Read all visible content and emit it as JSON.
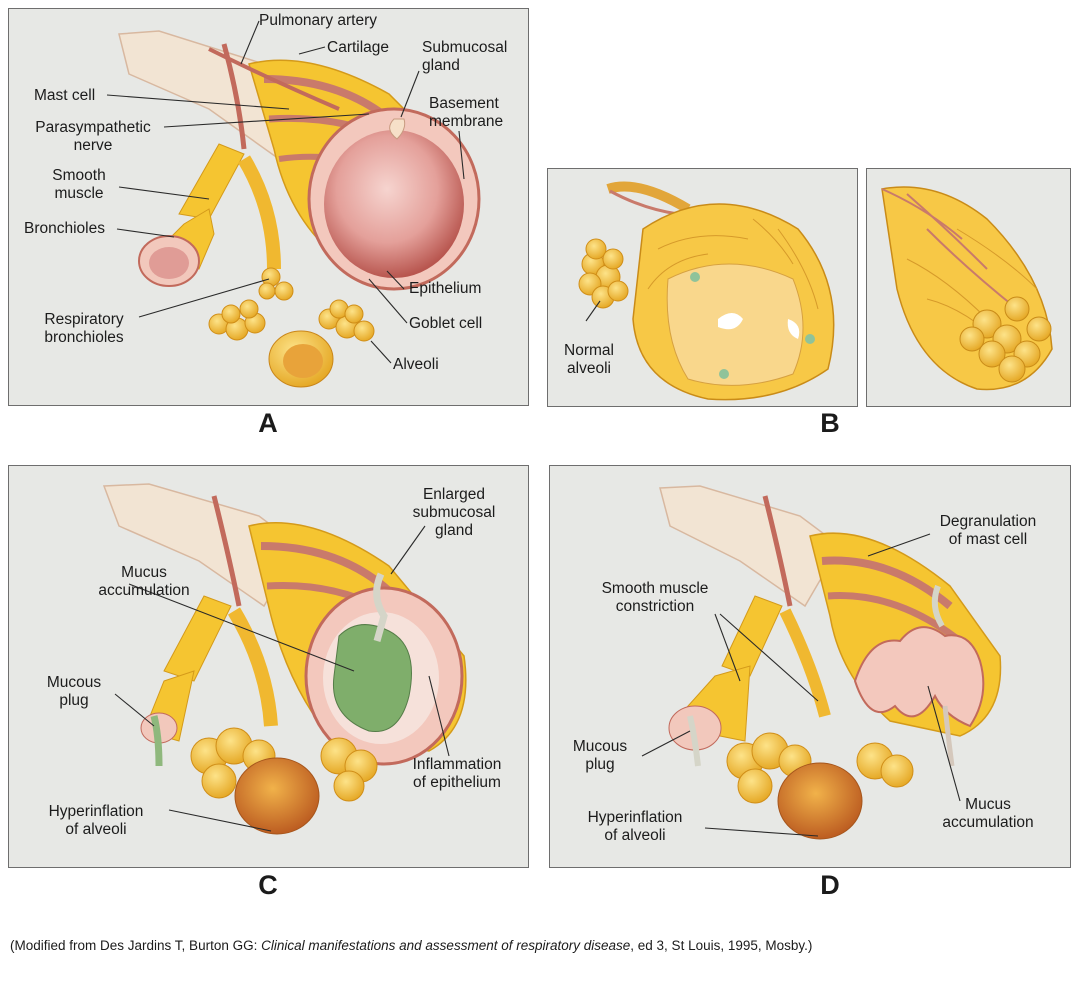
{
  "panels": {
    "a": {
      "letter": "A",
      "labels": {
        "pulmonary_artery": "Pulmonary artery",
        "cartilage": "Cartilage",
        "submucosal_gland_1": "Submucosal",
        "submucosal_gland_2": "gland",
        "mast_cell": "Mast cell",
        "basement_membrane_1": "Basement",
        "basement_membrane_2": "membrane",
        "parasympathetic_1": "Parasympathetic",
        "parasympathetic_2": "nerve",
        "smooth_muscle_1": "Smooth",
        "smooth_muscle_2": "muscle",
        "bronchioles": "Bronchioles",
        "epithelium": "Epithelium",
        "goblet_cell": "Goblet cell",
        "respiratory_1": "Respiratory",
        "respiratory_2": "bronchioles",
        "alveoli": "Alveoli"
      }
    },
    "b": {
      "letter": "B",
      "labels": {
        "normal_alveoli_1": "Normal",
        "normal_alveoli_2": "alveoli"
      }
    },
    "c": {
      "letter": "C",
      "labels": {
        "enlarged_1": "Enlarged",
        "enlarged_2": "submucosal",
        "enlarged_3": "gland",
        "mucus_accum_1": "Mucus",
        "mucus_accum_2": "accumulation",
        "mucous_plug_1": "Mucous",
        "mucous_plug_2": "plug",
        "inflammation_1": "Inflammation",
        "inflammation_2": "of epithelium",
        "hyperinflation_1": "Hyperinflation",
        "hyperinflation_2": "of alveoli"
      }
    },
    "d": {
      "letter": "D",
      "labels": {
        "degranulation_1": "Degranulation",
        "degranulation_2": "of mast cell",
        "smooth_constriction_1": "Smooth muscle",
        "smooth_constriction_2": "constriction",
        "mucous_plug_1": "Mucous",
        "mucous_plug_2": "plug",
        "hyperinflation_1": "Hyperinflation",
        "hyperinflation_2": "of alveoli",
        "mucus_accum_1": "Mucus",
        "mucus_accum_2": "accumulation"
      }
    }
  },
  "caption": {
    "prefix": "(Modified from Des Jardins T, Burton GG: ",
    "title": "Clinical manifestations and assessment of respiratory disease",
    "suffix": ", ed 3, St Louis, 1995, Mosby.)"
  },
  "colors": {
    "panel_bg": "#e7e8e5",
    "tissue_yellow": "#f5c531",
    "muscle_pink": "#c97a6b",
    "lumen_pink": "#e8a6a0",
    "mucus_green": "#7fae6b"
  }
}
